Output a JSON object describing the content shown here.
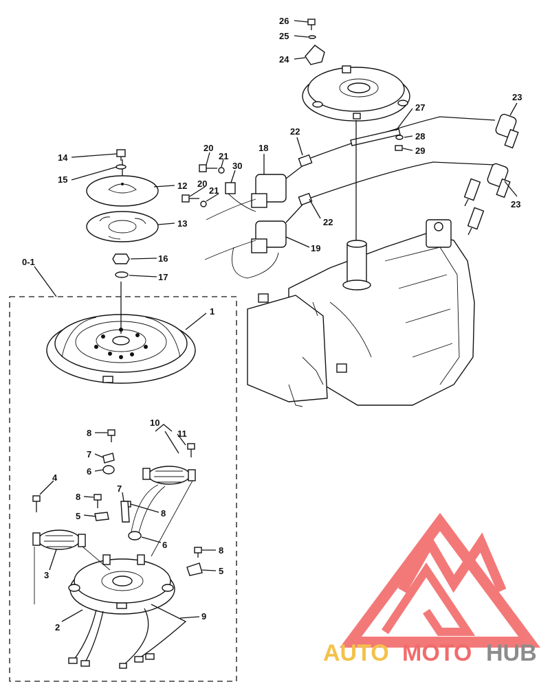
{
  "diagram": {
    "callouts": {
      "c1": "1",
      "c2": "2",
      "c3": "3",
      "c4": "4",
      "c5a": "5",
      "c5b": "5",
      "c6a": "6",
      "c6b": "6",
      "c7a": "7",
      "c7b": "7",
      "c8a": "8",
      "c8b": "8",
      "c8c": "8",
      "c8d": "8",
      "c9": "9",
      "c10": "10",
      "c11": "11",
      "c12": "12",
      "c13": "13",
      "c14": "14",
      "c15": "15",
      "c16": "16",
      "c17": "17",
      "c18": "18",
      "c19": "19",
      "c20a": "20",
      "c20b": "20",
      "c21a": "21",
      "c21b": "21",
      "c22a": "22",
      "c22b": "22",
      "c23a": "23",
      "c23b": "23",
      "c24": "24",
      "c25": "25",
      "c26": "26",
      "c27": "27",
      "c28": "28",
      "c29": "29",
      "c30": "30",
      "group": "0-1"
    }
  },
  "watermark": {
    "word_part1": "AUTO",
    "word_part2": "MOTO",
    "word_part3": "HUB",
    "colors": {
      "red": "#f26b6b",
      "yellow": "#f3c24a",
      "gray": "#8c8c8c"
    }
  }
}
